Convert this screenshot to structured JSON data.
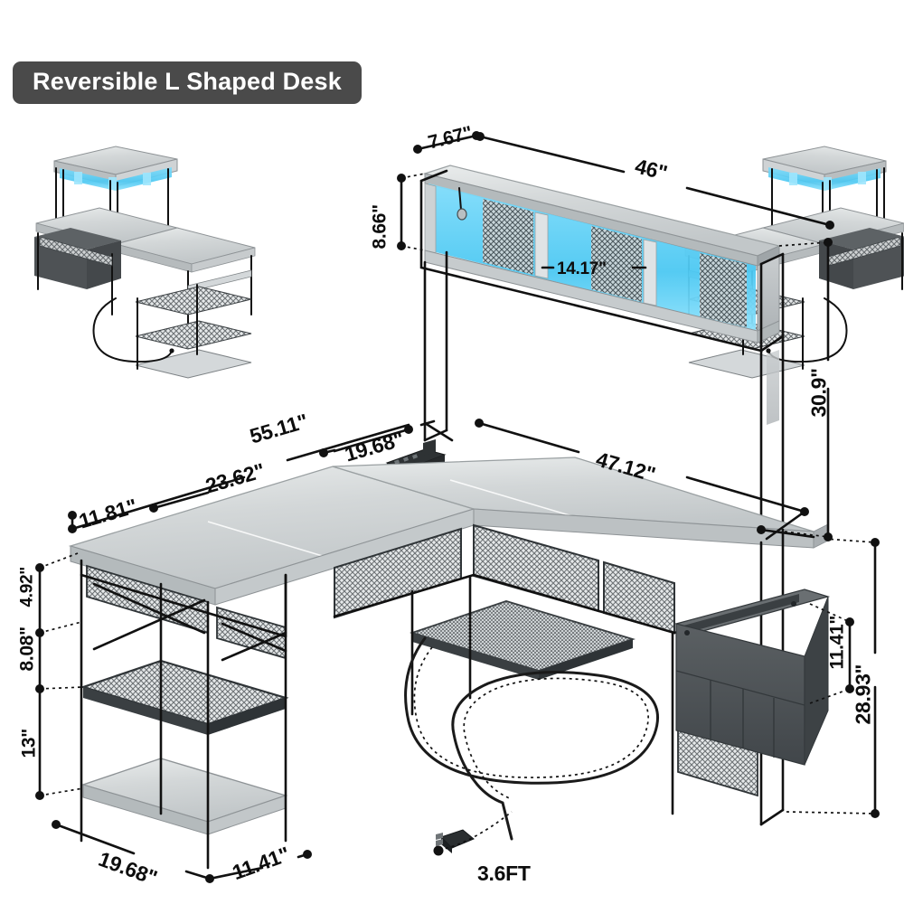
{
  "badge": {
    "title": "Reversible L Shaped Desk"
  },
  "product": {
    "name": "Reversible L Shaped Desk",
    "accent_led": "#35c6f4",
    "frame_color": "#2b2b2b",
    "top_color": "#d5d8d9",
    "bag_color": "#4e5255",
    "badge_color": "#4a4a4a"
  },
  "thumbnails": [
    {
      "name": "left-facing-configuration"
    },
    {
      "name": "right-facing-configuration"
    }
  ],
  "dimensions": {
    "hutch_depth": "7.67\"",
    "hutch_width": "46\"",
    "hutch_height": "8.66\"",
    "cubby_width": "14.17\"",
    "hutch_total_height": "30.9\"",
    "desk_long_side": "55.11\"",
    "desk_return": "23.62\"",
    "desk_return_depth": "19.68\"",
    "corner_offset": "11.81\"",
    "desk_right_side": "47.12\"",
    "top_shelf_gap": "4.92\"",
    "mid_shelf_gap": "8.08\"",
    "bottom_shelf_gap": "13\"",
    "bag_height": "11.41\"",
    "desk_height": "28.93\"",
    "shelf_depth": "19.68\"",
    "shelf_width": "11.41\"",
    "cord_length": "3.6FT"
  }
}
